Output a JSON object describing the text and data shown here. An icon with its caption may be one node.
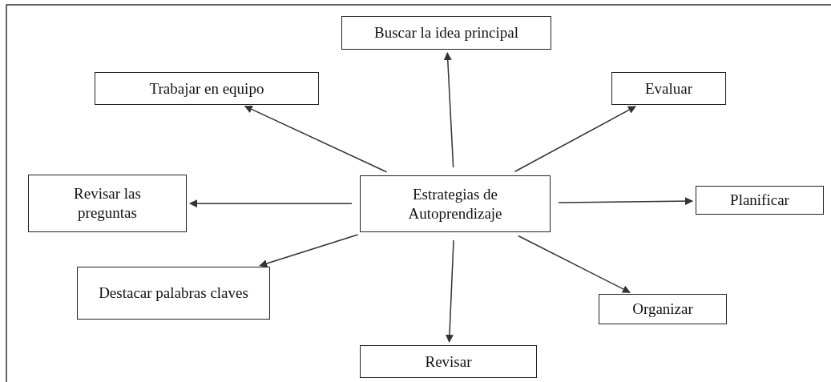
{
  "diagram": {
    "nodes": [
      {
        "text": [
          "Estrategias de Autoprendizaje"
        ]
      },
      {
        "text": [
          "Buscar la idea principal"
        ]
      },
      {
        "text": [
          "Trabajar en equipo"
        ]
      },
      {
        "text": [
          "Evaluar"
        ]
      },
      {
        "text": [
          "Revisar las preguntas"
        ]
      },
      {
        "text": [
          "Planificar"
        ]
      },
      {
        "text": [
          "Destacar palabras claves"
        ]
      },
      {
        "text": [
          "Organizar"
        ]
      },
      {
        "text": [
          "Revisar"
        ]
      }
    ],
    "edges": [
      {
        "from": 0,
        "to": 1,
        "arrow": "to"
      },
      {
        "from": 0,
        "to": 2,
        "arrow": "to"
      },
      {
        "from": 0,
        "to": 3,
        "arrow": "to"
      },
      {
        "from": 0,
        "to": 4,
        "arrow": "to"
      },
      {
        "from": 0,
        "to": 5,
        "arrow": "to"
      },
      {
        "from": 0,
        "to": 6,
        "arrow": "to"
      },
      {
        "from": 0,
        "to": 7,
        "arrow": "to"
      },
      {
        "from": 0,
        "to": 8,
        "arrow": "to"
      }
    ]
  }
}
